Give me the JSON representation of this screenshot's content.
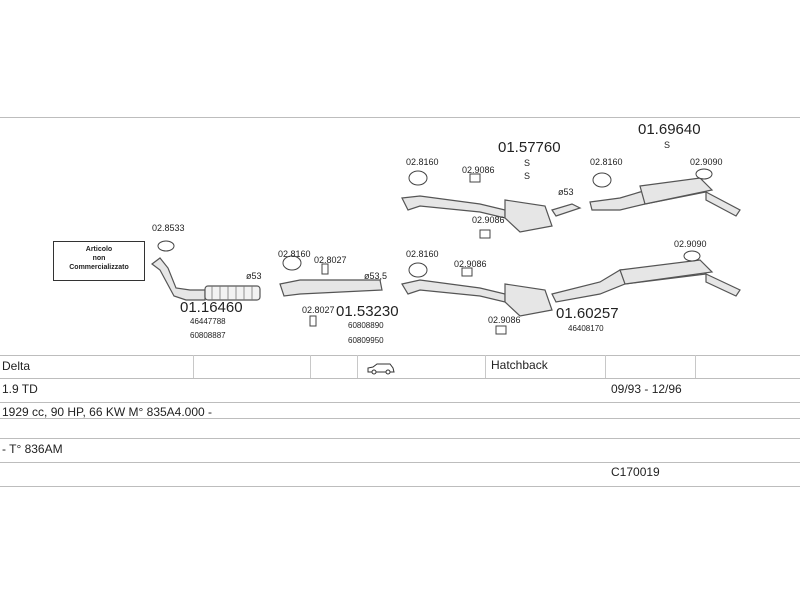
{
  "diagram": {
    "note_lines": [
      "Articolo",
      "non",
      "Commercializzato"
    ],
    "left_section": {
      "part_main": "01.16460",
      "codes": [
        "46447788",
        "60808887"
      ],
      "clamp_code": "02.8533",
      "size": "ø53"
    },
    "mid_section": {
      "gasket_code": "02.8160",
      "bolt_code": "02.8027",
      "bolt_code_lower": "02.8027",
      "size": "ø53,5",
      "part_main": "01.53230",
      "codes": [
        "60808890",
        "60809950"
      ]
    },
    "upper_right": {
      "part_main": "01.57760",
      "mark_s1": "S",
      "mark_s2": "S",
      "gasket_code": "02.8160",
      "clip_code_a": "02.9086",
      "clip_code_b": "02.9086",
      "size": "ø53",
      "rear_part": "01.69640",
      "rear_s": "S",
      "rear_gasket": "02.8160",
      "rear_hanger": "02.9090"
    },
    "lower_right": {
      "gasket_code": "02.8160",
      "clip_code_a": "02.9086",
      "clip_code_b": "02.9086",
      "part_main": "01.60257",
      "codes": [
        "46408170"
      ],
      "hanger": "02.9090"
    }
  },
  "table": {
    "row1": {
      "model": "Delta",
      "body": "Hatchback",
      "car_icon": "car-icon"
    },
    "row2": {
      "engine": "1.9 TD",
      "years": "09/93 - 12/96"
    },
    "row3": {
      "spec": "1929 cc, 90 HP, 66 KW  M° 835A4.000 -"
    },
    "row4": {
      "spec": "- T° 836AM"
    },
    "row5": {
      "code": "C170019"
    }
  },
  "colors": {
    "line": "#bdbdbd",
    "part": "#555555",
    "part_fill": "#e6e6e6"
  }
}
